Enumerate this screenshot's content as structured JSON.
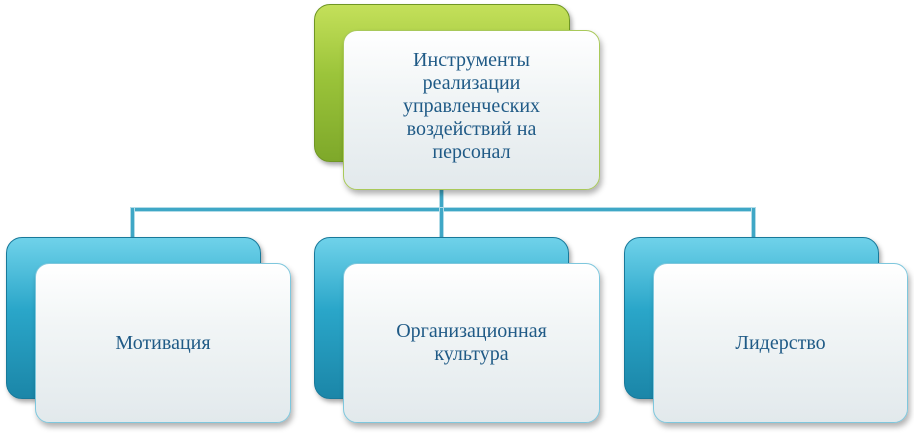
{
  "diagram": {
    "root": {
      "lines": [
        "Инструменты",
        "реализации",
        "управленческих",
        "воздействий на",
        "персонал"
      ]
    },
    "children": [
      {
        "lines": [
          "Мотивация"
        ]
      },
      {
        "lines": [
          "Организационная",
          "культура"
        ]
      },
      {
        "lines": [
          "Лидерство"
        ]
      }
    ]
  },
  "colors": {
    "root_accent": "#9bc43a",
    "child_accent": "#2aa6c9",
    "connector": "#3fa7c6",
    "text": "#1f5a86"
  }
}
